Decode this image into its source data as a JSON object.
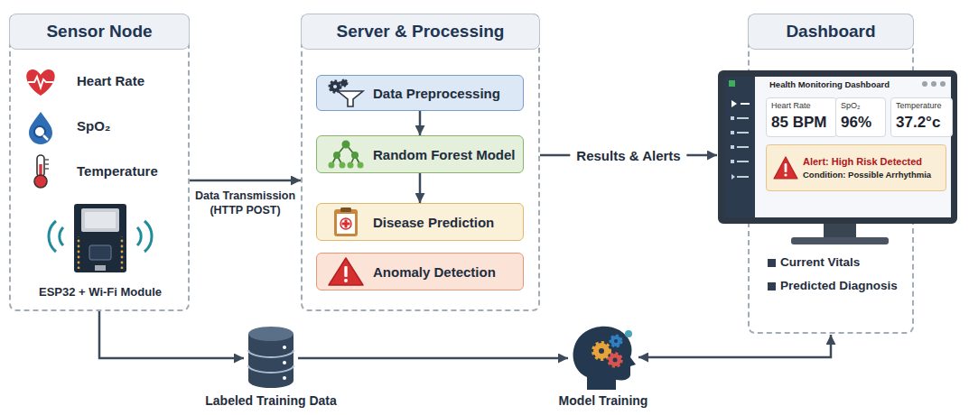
{
  "diagram": {
    "nodes": [
      {
        "text": [
          "Sensor Node"
        ]
      },
      {
        "text": [
          "Server & Processing"
        ]
      },
      {
        "text": [
          "Data Preprocessing"
        ],
        "in": 1
      },
      {
        "text": [
          "Random Forest Model"
        ],
        "in": 1
      },
      {
        "text": [
          "Disease Prediction"
        ],
        "in": 1
      },
      {
        "text": [
          "Anomaly Detection"
        ],
        "in": 1
      },
      {
        "text": [
          "Dashboard"
        ]
      },
      {
        "text": [
          "Health Monitoring Dashboard"
        ],
        "in": 6
      },
      {
        "text": [
          "Heart Rate",
          "85 BPM"
        ],
        "in": 7
      },
      {
        "text": [
          "SpO₂",
          "96%"
        ],
        "in": 7
      },
      {
        "text": [
          "Temperature",
          "37.2°c"
        ],
        "in": 7
      },
      {
        "text": [
          "Alert: High Risk Detected",
          "Condition: Possible Arrhythmia"
        ],
        "in": 7
      },
      {
        "text": [
          "Labeled Training Data"
        ]
      },
      {
        "text": [
          "Model Training"
        ]
      }
    ],
    "edges": [
      {
        "from": 0,
        "to": 1,
        "label": "Data Transmission (HTTP POST)",
        "arrow": "to"
      },
      {
        "from": 2,
        "to": 3,
        "arrow": "to"
      },
      {
        "from": 3,
        "to": 4,
        "arrow": "to"
      },
      {
        "from": 1,
        "to": 7,
        "label": "Results & Alerts",
        "arrow": "to"
      },
      {
        "from": 0,
        "to": 12,
        "arrow": "to"
      },
      {
        "from": 12,
        "to": 13,
        "arrow": "to"
      },
      {
        "from": 13,
        "to": 6,
        "arrow": "both"
      }
    ],
    "labels": [
      "Heart Rate",
      "SpO₂",
      "Temperature",
      "ESP32 + Wi-Fi Module",
      "Current Vitals",
      "Predicted Diagnosis"
    ]
  }
}
